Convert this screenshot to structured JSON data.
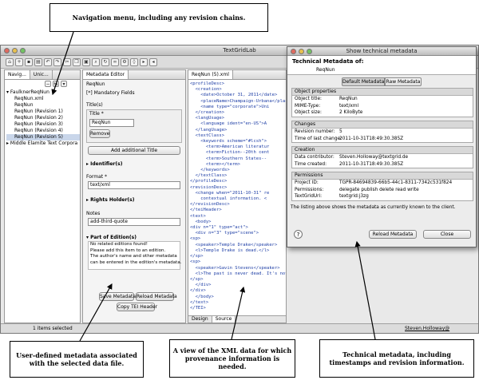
{
  "app": {
    "title": "TextGridLab"
  },
  "nav": {
    "tabs": [
      "Navig...",
      "Unic..."
    ],
    "items": [
      "FaulknerReqNun",
      "ReqNun.xml",
      "ReqNun",
      "ReqNun (Revision 1)",
      "ReqNun (Revision 2)",
      "ReqNun (Revision 3)",
      "ReqNun (Revision 4)",
      "ReqNun (Revision 5)",
      "Middle Elamite Text Corpora"
    ]
  },
  "meta": {
    "tab": "Metadata Editor",
    "object": "ReqNun",
    "mandatory": "[*] Mandatory Fields",
    "titles_label": "Title(s)",
    "title_label": "Title *",
    "title_value": "ReqNun",
    "remove": "Remove",
    "add_title": "Add additional Title",
    "identifiers": "Identifier(s)",
    "format_label": "Format *",
    "format_value": "text/xml",
    "rights": "Rights Holder(s)",
    "notes_label": "Notes",
    "notes_value": "add-third-quote",
    "part_of": "Part of Edition(s)",
    "edition_msg": [
      "No related editions found!",
      "Please add this item to an edition.",
      "The author's name and other metadata",
      "can be entered in the edition's metadata."
    ],
    "save": "Save Metadata",
    "reload": "Reload Metadata",
    "copy_tei": "Copy TEI Header"
  },
  "xml": {
    "tab": "ReqNun (5).xml",
    "lines": [
      "<profileDesc>",
      "  <creation>",
      "    <date>October 31, 2011</date>",
      "    <placeName>Champaign-Urbana</placeName>",
      "    <name type=\"corporate\">Uni",
      "  </creation>",
      "  <langUsage>",
      "    <language ident=\"en-US\">A",
      "  </langUsage>",
      "  <textClass>",
      "    <keywords scheme=\"#lcsh\">",
      "      <term>American literatur",
      "      <term>Fiction--20th cent",
      "      <term>Southern States--",
      "      <term></term>",
      "    </keywords>",
      "  </textClass>",
      "</profileDesc>",
      "<revisionDesc>",
      "  <change when=\"2011-10-31\" re",
      "    contextual information. <",
      "</revisionDesc>",
      "</teiHeader>",
      "<text>",
      "  <body>",
      "<div n=\"1\" type=\"act\">",
      "  <div n=\"3\" type=\"scene\">",
      "<sp>",
      "  <speaker>Temple Drake</speaker>",
      "  <l>Temple Drake is dead.</l>",
      "</sp>",
      "<sp>",
      "  <speaker>Gavin Stevens</speaker>",
      "  <l>The past is never dead. It's not even past.</l>",
      "</sp>",
      "  </div>",
      "</div>",
      "  </body>",
      "</text>",
      "</TEI>"
    ],
    "design_tab": "Design",
    "source_tab": "Source"
  },
  "dialog": {
    "title": "Show technical metadata",
    "heading": "Technical Metadata of:",
    "object": "ReqNun",
    "tab_default": "Default Metadata",
    "tab_raw": "Raw Metadata",
    "sections": [
      {
        "title": "Object properties",
        "rows": [
          [
            "Object title:",
            "ReqNun"
          ],
          [
            "MIME-Type:",
            "text/xml"
          ],
          [
            "Object size:",
            "2 KiloByte"
          ]
        ]
      },
      {
        "title": "Changes",
        "rows": [
          [
            "Revision number:",
            "5"
          ],
          [
            "Time of last change:",
            "2011-10-31T18:49:30.385Z"
          ]
        ]
      },
      {
        "title": "Creation",
        "rows": [
          [
            "Data contributor:",
            "Steven.Holloway@textgrid.de"
          ],
          [
            "Time created:",
            "2011-10-31T18:49:30.385Z"
          ]
        ]
      },
      {
        "title": "Permissions",
        "rows": [
          [
            "Project ID:",
            "TGPR-84694839-66b5-44c1-8311-7342c531f824"
          ],
          [
            "Permissions:",
            "delegate publish delete read write"
          ],
          [
            "TextGridUri:",
            "textgrid:j3zg"
          ]
        ]
      }
    ],
    "note": "The listing above shows the metadata as currently known to the client.",
    "help": "?",
    "reload": "Reload Metadata",
    "close": "Close"
  },
  "status": {
    "items_selected": "1 items selected",
    "user": "Steven.Holloway@"
  },
  "callouts": {
    "nav": "Navigation menu, including any revision chains.",
    "user_meta": "User-defined metadata associated with the selected data file.",
    "xml": "A view of the XML data for which provenance information is needed.",
    "tech": "Technical metadata, including timestamps and revision information."
  }
}
